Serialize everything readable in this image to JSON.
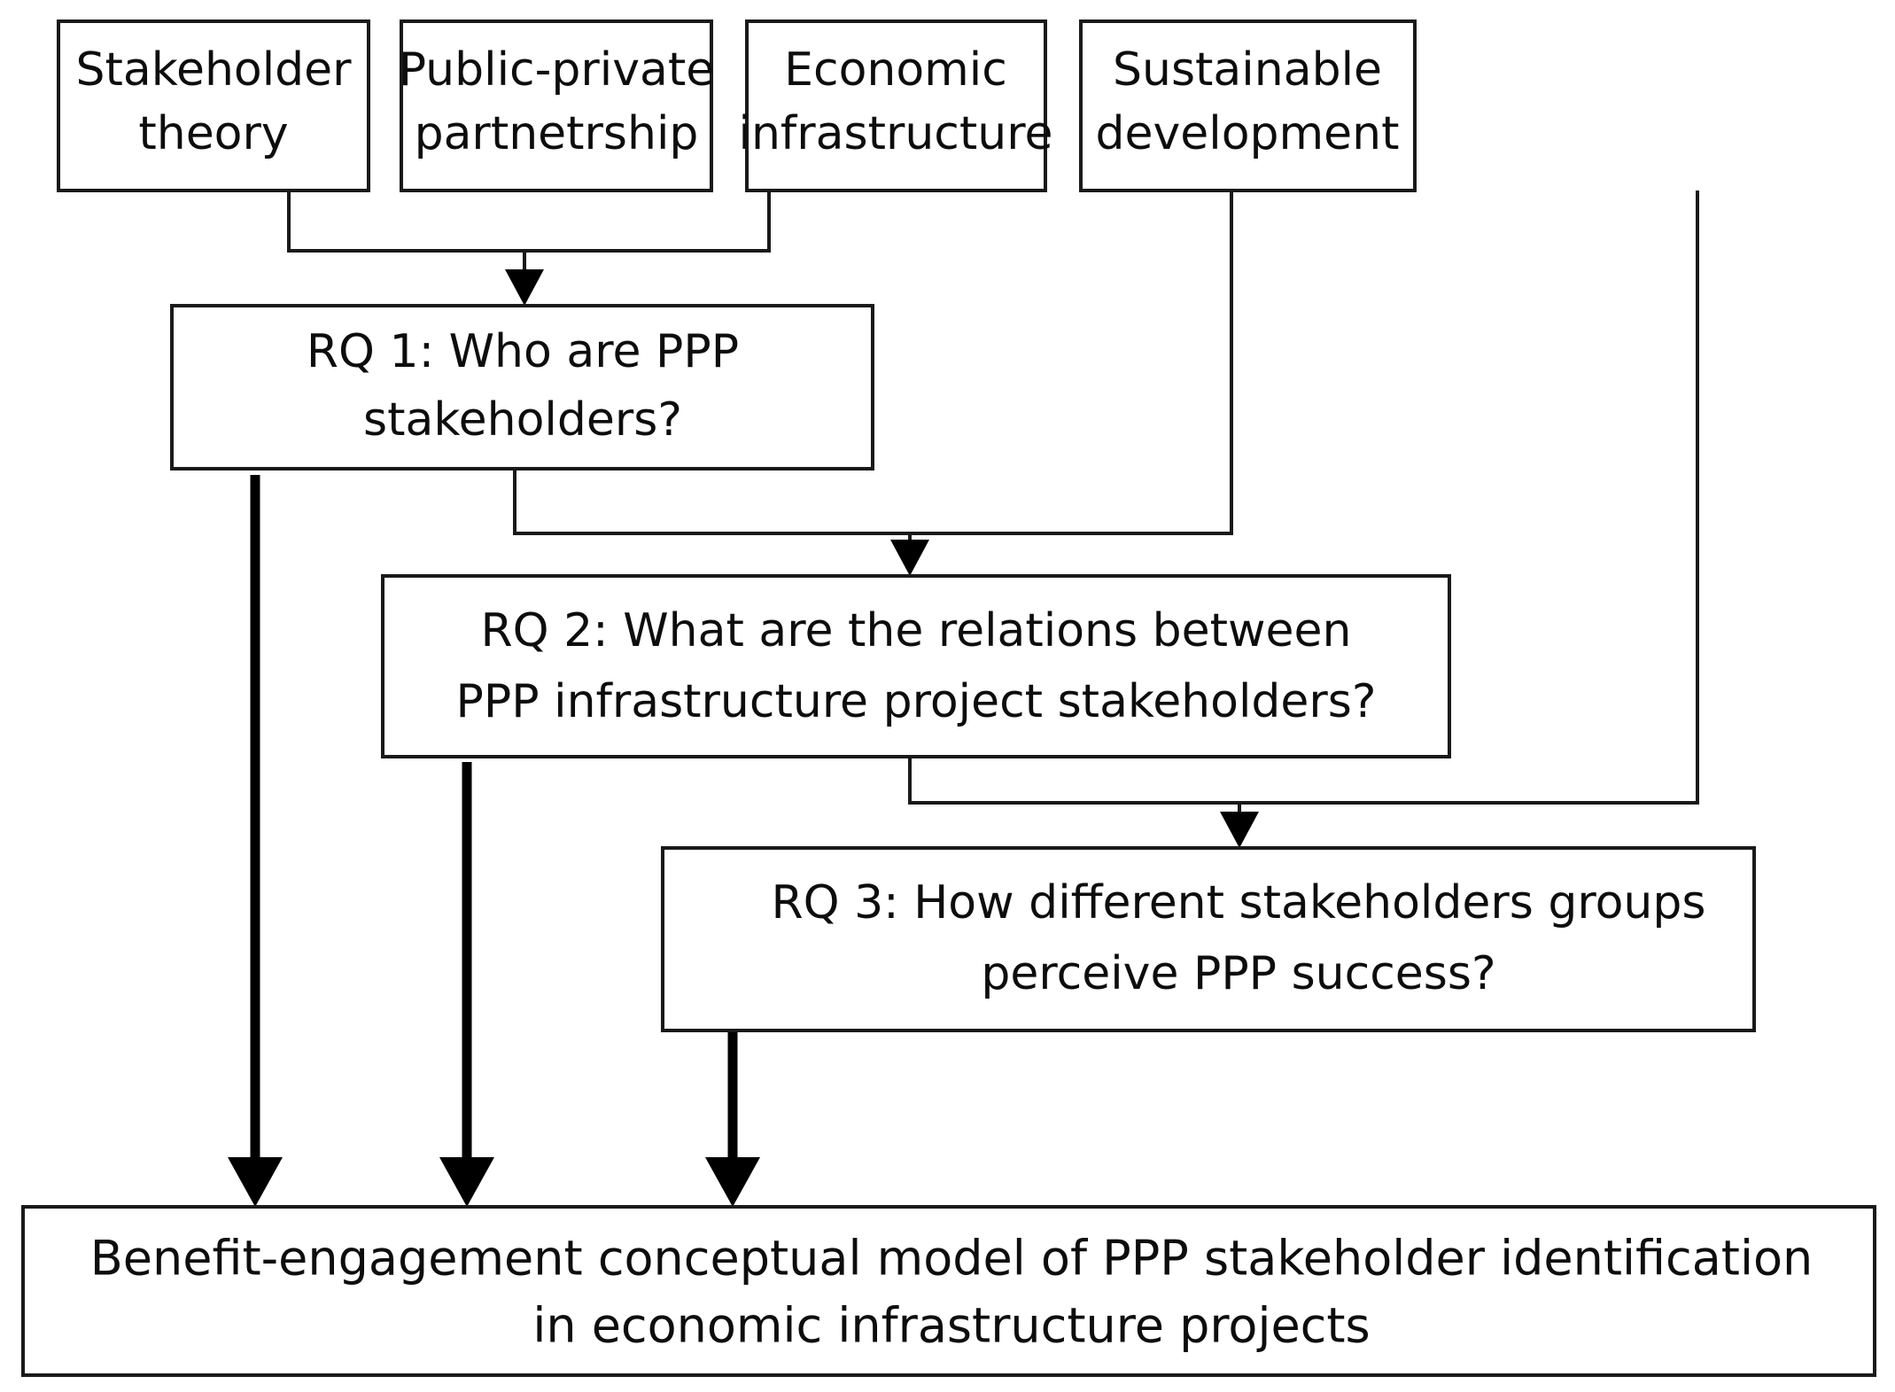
{
  "diagram": {
    "title": "Research design flow: PPP stakeholder research questions",
    "colors": {
      "background": "#ffffff",
      "box_border": "#1a1a1a",
      "box_fill": "#ffffff",
      "text": "#0d0d0d",
      "connector": "#1a1a1a",
      "thick_connector": "#000000"
    },
    "theory_boxes": [
      {
        "id": "stakeholder-theory",
        "lines": [
          "Stakeholder",
          "theory"
        ]
      },
      {
        "id": "public-private-partnership",
        "lines": [
          "Public-private",
          "partnetrship"
        ]
      },
      {
        "id": "economic-infrastructure",
        "lines": [
          "Economic",
          "infrastructure"
        ]
      },
      {
        "id": "sustainable-development",
        "lines": [
          "Sustainable",
          "development"
        ]
      }
    ],
    "research_questions": [
      {
        "id": "rq1",
        "lines": [
          "RQ 1: Who are PPP",
          "stakeholders?"
        ]
      },
      {
        "id": "rq2",
        "lines": [
          "RQ 2: What are the relations between",
          "PPP infrastructure project stakeholders?"
        ]
      },
      {
        "id": "rq3",
        "lines": [
          "RQ 3: How different stakeholders groups",
          "perceive PPP success?"
        ]
      }
    ],
    "outcome": {
      "id": "benefit-engagement-model",
      "lines": [
        "Benefit-engagement conceptual model of PPP stakeholder identification",
        "in economic infrastructure projects"
      ]
    },
    "connections": [
      {
        "from": "stakeholder-theory",
        "to": "rq1",
        "style": "thin-arrow"
      },
      {
        "from": "public-private-partnership",
        "to": "rq1",
        "style": "thin-arrow"
      },
      {
        "from": "rq1",
        "to": "rq2",
        "style": "thin-arrow"
      },
      {
        "from": "economic-infrastructure",
        "to": "rq2",
        "style": "thin-arrow"
      },
      {
        "from": "rq2",
        "to": "rq3",
        "style": "thin-arrow"
      },
      {
        "from": "sustainable-development",
        "to": "rq3",
        "style": "thin-arrow"
      },
      {
        "from": "rq1",
        "to": "benefit-engagement-model",
        "style": "thick-arrow"
      },
      {
        "from": "rq2",
        "to": "benefit-engagement-model",
        "style": "thick-arrow"
      },
      {
        "from": "rq3",
        "to": "benefit-engagement-model",
        "style": "thick-arrow"
      }
    ]
  }
}
